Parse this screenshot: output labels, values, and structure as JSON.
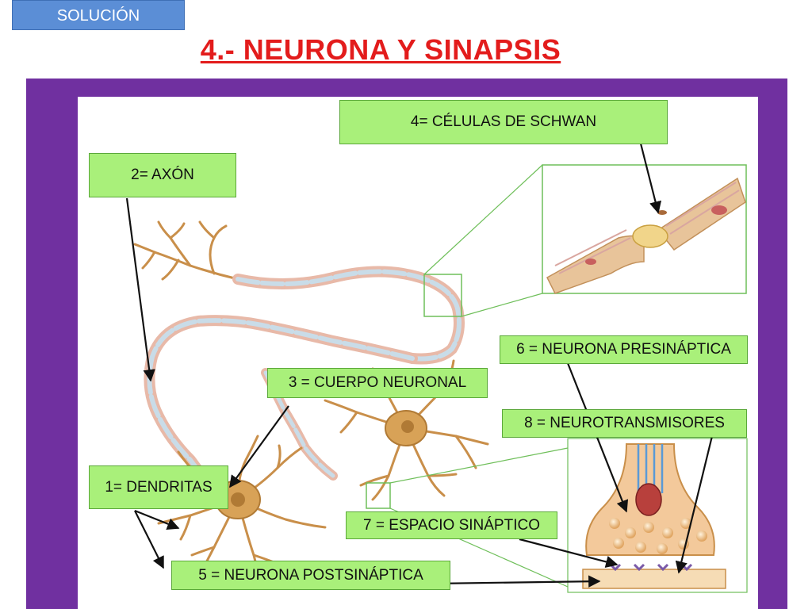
{
  "tag": "SOLUCIÓN",
  "title": "4.- NEURONA Y SINAPSIS",
  "labels": {
    "schwann": "4= CÉLULAS DE SCHWAN",
    "axon": "2= AXÓN",
    "presynaptic": "6 = NEURONA PRESINÁPTICA",
    "body": "3 = CUERPO NEURONAL",
    "neurotransmitters": "8 = NEUROTRANSMISORES",
    "dendrites": "1= DENDRITAS",
    "synaptic_space": "7 = ESPACIO SINÁPTICO",
    "postsynaptic": "5 = NEURONA POSTSINÁPTICA"
  },
  "colors": {
    "frame": "#7030a0",
    "label_fill": "#a9f07a",
    "title": "#e31c1c",
    "neuron": "#d8a257",
    "nucleus": "#b07a35",
    "myelin": "#c9dce8",
    "tag": "#5b8ed6"
  }
}
